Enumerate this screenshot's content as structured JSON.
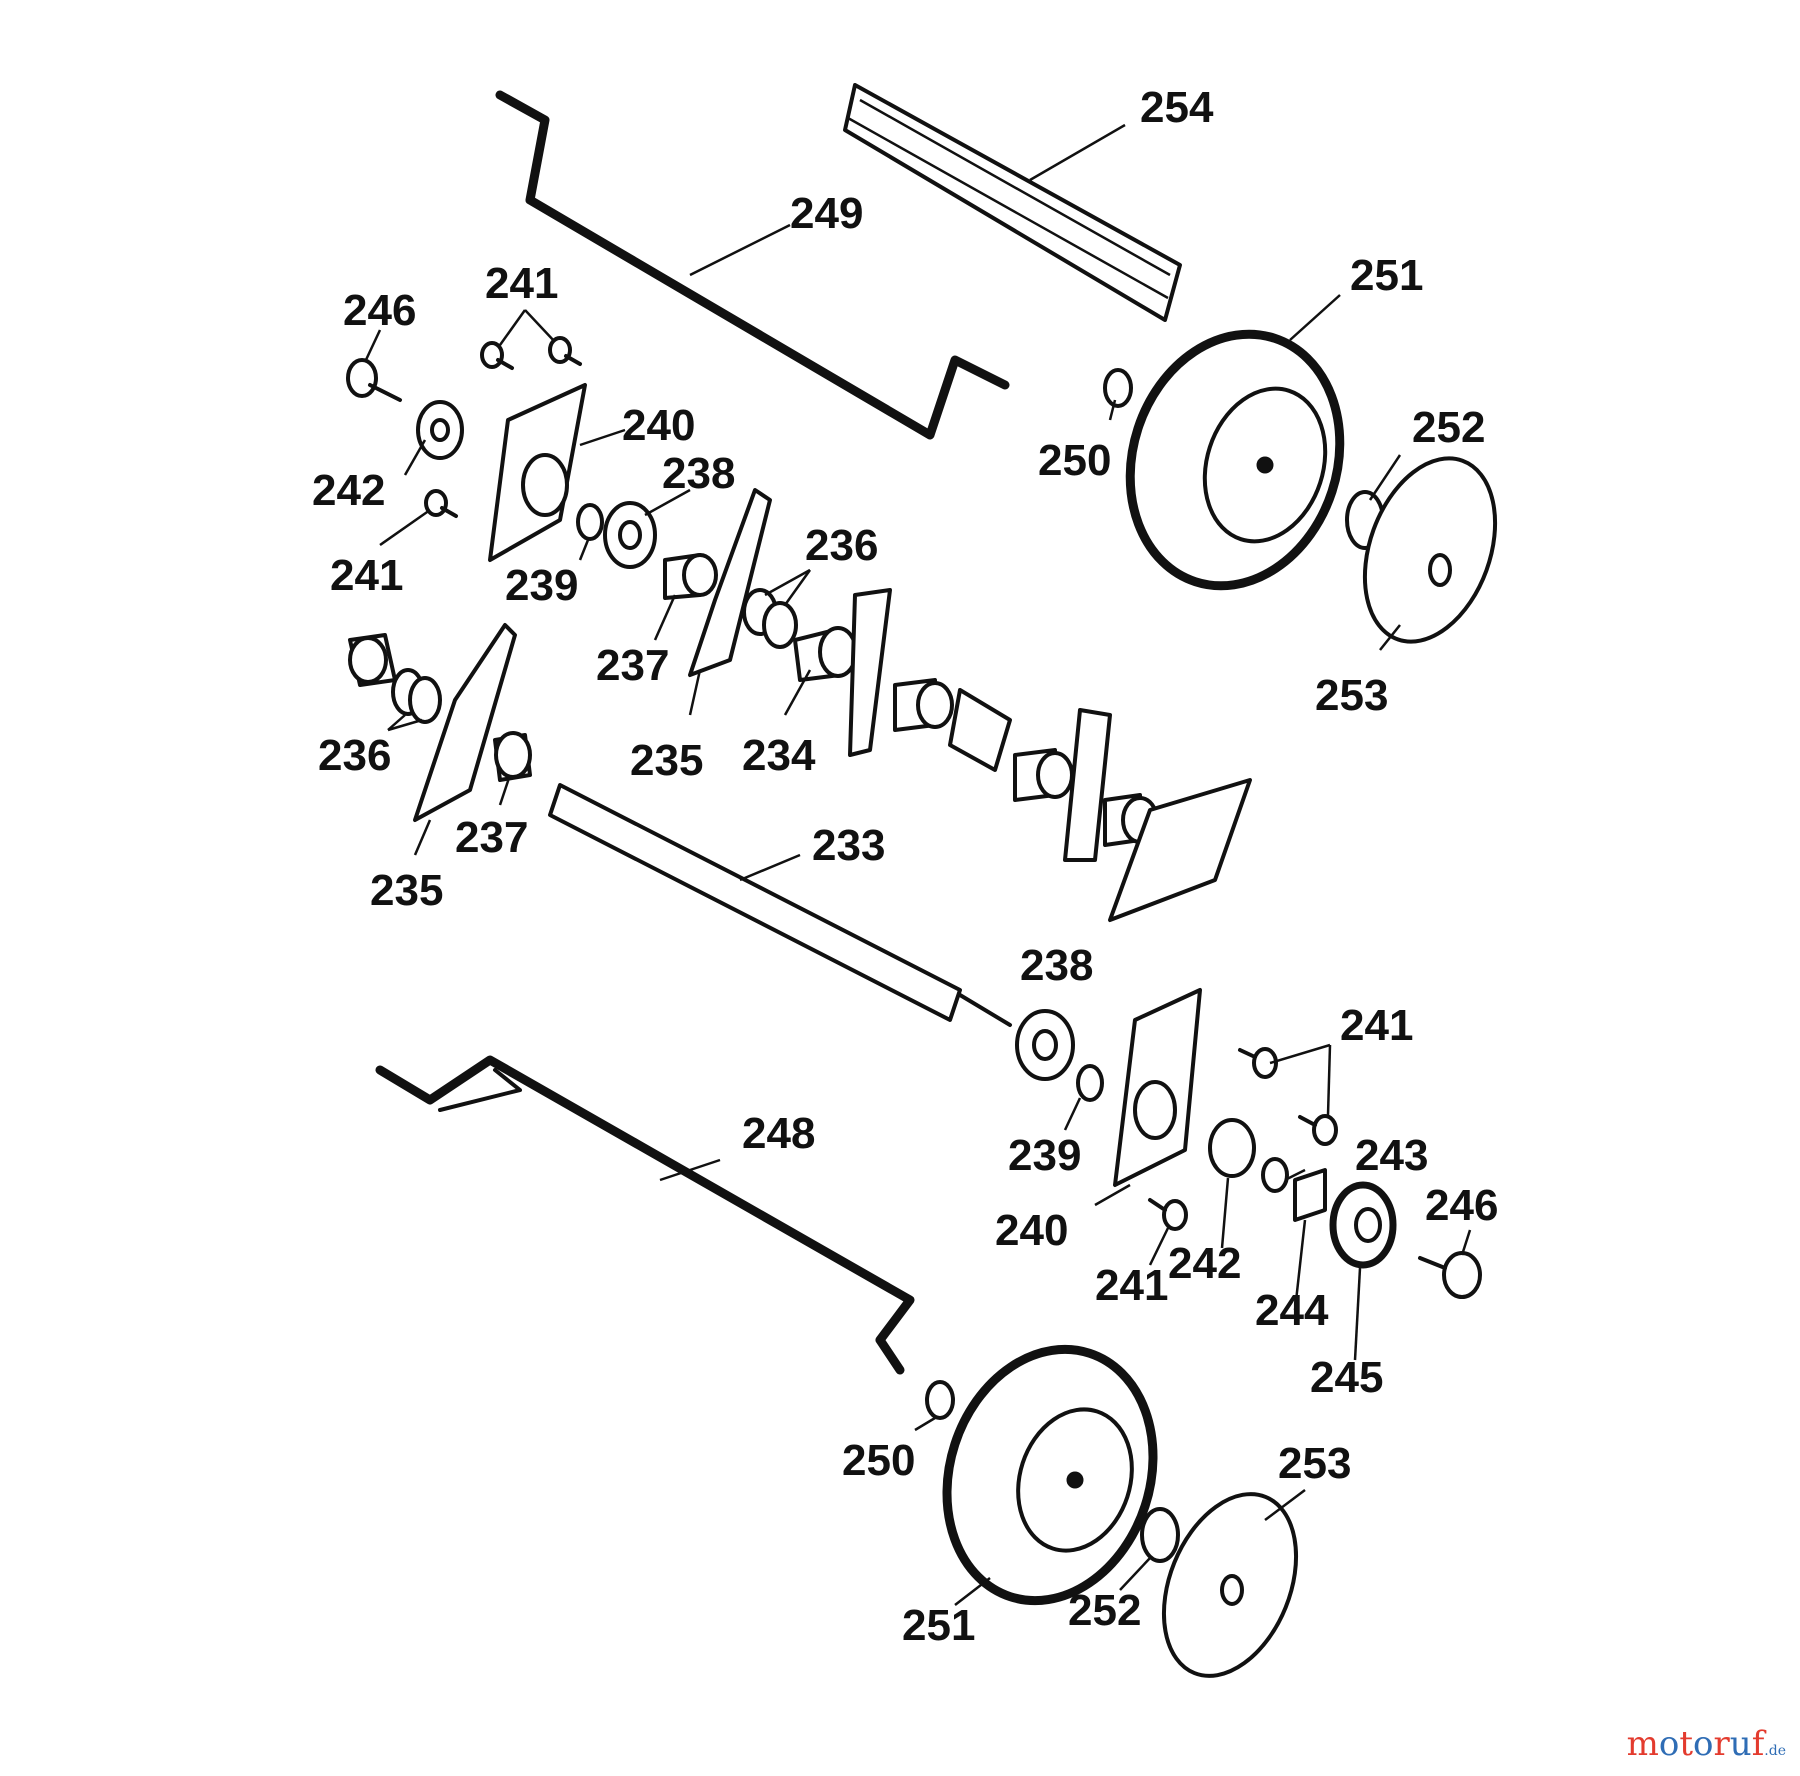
{
  "labels": [
    {
      "id": "254a",
      "text": "254"
    },
    {
      "id": "249a",
      "text": "249"
    },
    {
      "id": "251a",
      "text": "251"
    },
    {
      "id": "246a",
      "text": "246"
    },
    {
      "id": "241a",
      "text": "241"
    },
    {
      "id": "240a",
      "text": "240"
    },
    {
      "id": "250a",
      "text": "250"
    },
    {
      "id": "252a",
      "text": "252"
    },
    {
      "id": "242a",
      "text": "242"
    },
    {
      "id": "238a",
      "text": "238"
    },
    {
      "id": "241b",
      "text": "241"
    },
    {
      "id": "239a",
      "text": "239"
    },
    {
      "id": "236a",
      "text": "236"
    },
    {
      "id": "237a",
      "text": "237"
    },
    {
      "id": "253a",
      "text": "253"
    },
    {
      "id": "236b",
      "text": "236"
    },
    {
      "id": "235a",
      "text": "235"
    },
    {
      "id": "234a",
      "text": "234"
    },
    {
      "id": "237b",
      "text": "237"
    },
    {
      "id": "233a",
      "text": "233"
    },
    {
      "id": "235b",
      "text": "235"
    },
    {
      "id": "238b",
      "text": "238"
    },
    {
      "id": "241c",
      "text": "241"
    },
    {
      "id": "243a",
      "text": "243"
    },
    {
      "id": "248a",
      "text": "248"
    },
    {
      "id": "239b",
      "text": "239"
    },
    {
      "id": "246b",
      "text": "246"
    },
    {
      "id": "240b",
      "text": "240"
    },
    {
      "id": "242b",
      "text": "242"
    },
    {
      "id": "241d",
      "text": "241"
    },
    {
      "id": "244a",
      "text": "244"
    },
    {
      "id": "245a",
      "text": "245"
    },
    {
      "id": "253b",
      "text": "253"
    },
    {
      "id": "250b",
      "text": "250"
    },
    {
      "id": "252b",
      "text": "252"
    },
    {
      "id": "251b",
      "text": "251"
    }
  ],
  "watermark": {
    "text": "motoruf",
    "suffix": ".de",
    "colors": [
      "#e33b2e",
      "#2f6db5"
    ]
  }
}
